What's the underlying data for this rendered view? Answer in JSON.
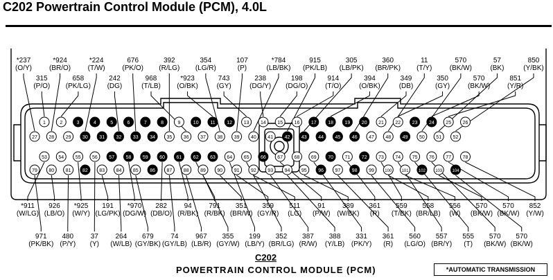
{
  "title": "C202  Powertrain Control Module (PCM), 4.0L",
  "caption": {
    "id": "C202",
    "name": "POWERTRAIN CONTROL MODULE (PCM)",
    "note": "*AUTOMATIC TRANSMISSION"
  },
  "colors": {
    "line": "#000000",
    "pin_fill": "#ffffff",
    "pin_blank": "#000000"
  },
  "rows": {
    "row1": [
      "1",
      "2",
      "3",
      "4",
      "5",
      "6",
      "7",
      "8",
      "9",
      "10",
      "11",
      "12",
      "13",
      "14",
      "15",
      "16",
      "17",
      "18",
      "19",
      "20",
      "21",
      "22",
      "23",
      "24",
      "25",
      "26"
    ],
    "row2": [
      "27",
      "28",
      "29",
      "30",
      "31",
      "32",
      "33",
      "34",
      "35",
      "36",
      "37",
      "38",
      "39",
      "40",
      "41",
      "42",
      "43",
      "44",
      "45",
      "46",
      "47",
      "48",
      "49",
      "50",
      "51",
      "52"
    ],
    "row3": [
      "53",
      "54",
      "55",
      "56",
      "57",
      "58",
      "59",
      "60",
      "61",
      "62",
      "63",
      "64",
      "65",
      "66",
      "67",
      "68",
      "69",
      "70",
      "71",
      "72",
      "73",
      "74",
      "75",
      "76",
      "77",
      "78"
    ],
    "row4": [
      "79",
      "80",
      "81",
      "82",
      "83",
      "84",
      "85",
      "86",
      "87",
      "88",
      "89",
      "90",
      "91",
      "92",
      "93",
      "94",
      "95",
      "96",
      "97",
      "98",
      "99",
      "100",
      "101",
      "102",
      "103",
      "104"
    ]
  },
  "blank_pins": [
    "3",
    "4",
    "5",
    "6",
    "7",
    "8",
    "10",
    "11",
    "12",
    "17",
    "18",
    "19",
    "20",
    "23",
    "24",
    "30",
    "31",
    "32",
    "33",
    "34",
    "42",
    "43",
    "44",
    "45",
    "46",
    "49",
    "57",
    "58",
    "59",
    "60",
    "61",
    "62",
    "63",
    "66",
    "70",
    "72",
    "82",
    "86",
    "96",
    "98",
    "102",
    "104"
  ],
  "top_labels": [
    {
      "pin": "27",
      "lines": [
        "*237",
        "(O/Y)"
      ]
    },
    {
      "pin": "1",
      "lines": [
        "315",
        "(P/O)"
      ]
    },
    {
      "pin": "28",
      "lines": [
        "*924",
        "(BR/O)"
      ]
    },
    {
      "pin": "2",
      "lines": [
        "658",
        "(PK/LG)"
      ]
    },
    {
      "pin": "30",
      "lines": [
        "*224",
        "(T/W)"
      ]
    },
    {
      "pin": "32",
      "lines": [
        "242",
        "(DG)"
      ]
    },
    {
      "pin": "33",
      "lines": [
        "676",
        "(PK/O)"
      ]
    },
    {
      "pin": "36",
      "lines": [
        "968",
        "(T/LB)"
      ]
    },
    {
      "pin": "35",
      "lines": [
        "392",
        "(R/LG)"
      ]
    },
    {
      "pin": "11",
      "lines": [
        "*923",
        "(O/BK)"
      ]
    },
    {
      "pin": "38",
      "lines": [
        "354",
        "(LG/R)"
      ]
    },
    {
      "pin": "13",
      "lines": [
        "743",
        "(GY)"
      ]
    },
    {
      "pin": "39",
      "lines": [
        "107",
        "(P)"
      ]
    },
    {
      "pin": "14",
      "lines": [
        "238",
        "(DG/Y)"
      ]
    },
    {
      "pin": "40",
      "lines": [
        "*784",
        "(LB/BK)"
      ]
    },
    {
      "pin": "15",
      "lines": [
        "198",
        "(DG/O)"
      ]
    },
    {
      "pin": "42",
      "lines": [
        "915",
        "(PK/LB)"
      ]
    },
    {
      "pin": "16",
      "lines": [
        "914",
        "(T/O)"
      ]
    },
    {
      "pin": "43",
      "lines": [
        "305",
        "(LB/PK)"
      ]
    },
    {
      "pin": "18",
      "lines": [
        "394",
        "(O/BK)"
      ]
    },
    {
      "pin": "46",
      "lines": [
        "360",
        "(BR/PK)"
      ]
    },
    {
      "pin": "21",
      "lines": [
        "349",
        "(DB)"
      ]
    },
    {
      "pin": "48",
      "lines": [
        "11",
        "(T/Y)"
      ]
    },
    {
      "pin": "22",
      "lines": [
        "350",
        "(GY)"
      ]
    },
    {
      "pin": "50",
      "lines": [
        "570",
        "(BK/W)"
      ]
    },
    {
      "pin": "24",
      "lines": [
        "570",
        "(BK/W)"
      ]
    },
    {
      "pin": "51",
      "lines": [
        "57",
        "(BK)"
      ]
    },
    {
      "pin": "25",
      "lines": [
        "851",
        "(Y/R)"
      ]
    },
    {
      "pin": "52",
      "lines": [
        "850",
        "(Y/BK)"
      ]
    }
  ],
  "bottom_labels": [
    {
      "pin": "53",
      "lines": [
        "*911",
        "(W/LG)"
      ]
    },
    {
      "pin": "79",
      "lines": [
        "971",
        "(PK/BK)"
      ]
    },
    {
      "pin": "80",
      "lines": [
        "926",
        "(LB/O)"
      ]
    },
    {
      "pin": "81",
      "lines": [
        "480",
        "(P/Y)"
      ]
    },
    {
      "pin": "55",
      "lines": [
        "*925",
        "(W/Y)"
      ]
    },
    {
      "pin": "56",
      "lines": [
        "37",
        "(Y)"
      ]
    },
    {
      "pin": "83",
      "lines": [
        "191",
        "(LG/PK)"
      ]
    },
    {
      "pin": "84",
      "lines": [
        "264",
        "(W/LB)"
      ]
    },
    {
      "pin": "58",
      "lines": [
        "*970",
        "(DG/W)"
      ]
    },
    {
      "pin": "85",
      "lines": [
        "679",
        "(GY/BK)"
      ]
    },
    {
      "pin": "60",
      "lines": [
        "282",
        "(DB/O)"
      ]
    },
    {
      "pin": "87",
      "lines": [
        "74",
        "(GY/LB)"
      ]
    },
    {
      "pin": "61",
      "lines": [
        "94",
        "(R/BK)"
      ]
    },
    {
      "pin": "88",
      "lines": [
        "967",
        "(LB/R)"
      ]
    },
    {
      "pin": "62",
      "lines": [
        "791",
        "(R/BK)"
      ]
    },
    {
      "pin": "89",
      "lines": [
        "355",
        "(GY/W)"
      ]
    },
    {
      "pin": "90",
      "lines": [
        "351",
        "(BR/W)"
      ]
    },
    {
      "pin": "64",
      "lines": [
        "199",
        "(LB/Y)"
      ]
    },
    {
      "pin": "91",
      "lines": [
        "359",
        "(GY/R)"
      ]
    },
    {
      "pin": "65",
      "lines": [
        "352",
        "(BR/LG)"
      ]
    },
    {
      "pin": "92",
      "lines": [
        "511",
        "(LG)"
      ]
    },
    {
      "pin": "93",
      "lines": [
        "387",
        "(R/W)"
      ]
    },
    {
      "pin": "67",
      "lines": [
        "91",
        "(P/W)"
      ]
    },
    {
      "pin": "94",
      "lines": [
        "388",
        "(Y/LB)"
      ]
    },
    {
      "pin": "95",
      "lines": [
        "389",
        "(W/BK)"
      ]
    },
    {
      "pin": "69",
      "lines": [
        "331",
        "(PK/Y)"
      ]
    },
    {
      "pin": "71",
      "lines": [
        "361",
        "(R)"
      ]
    },
    {
      "pin": "97",
      "lines": [
        "361",
        "(R)"
      ]
    },
    {
      "pin": "73",
      "lines": [
        "559",
        "(T/BK)"
      ]
    },
    {
      "pin": "99",
      "lines": [
        "560",
        "(LG/O)"
      ]
    },
    {
      "pin": "100",
      "lines": [
        "558",
        "(BR/LB)"
      ]
    },
    {
      "pin": "74",
      "lines": [
        "557",
        "(BR/Y)"
      ]
    },
    {
      "pin": "101",
      "lines": [
        "556",
        "(W)"
      ]
    },
    {
      "pin": "75",
      "lines": [
        "555",
        "(T)"
      ]
    },
    {
      "pin": "103",
      "lines": [
        "570",
        "(BK/W)"
      ]
    },
    {
      "pin": "76",
      "lines": [
        "570",
        "(BK/W)"
      ]
    },
    {
      "pin": "77",
      "lines": [
        "570",
        "(BK/W)"
      ]
    },
    {
      "pin": "104",
      "lines": [
        "570",
        "(BK/W)"
      ]
    },
    {
      "pin": "78",
      "lines": [
        "852",
        "(Y/W)"
      ]
    }
  ]
}
